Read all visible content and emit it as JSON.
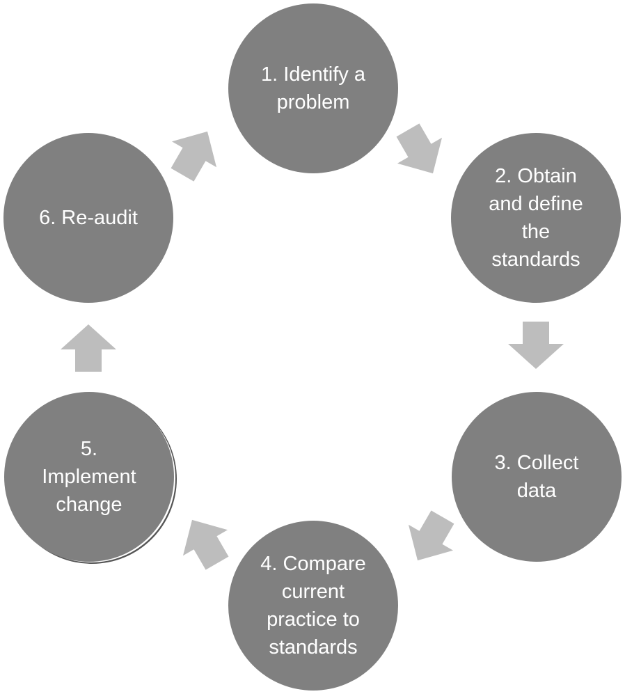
{
  "steps": [
    {
      "label": "1. Identify a\nproblem"
    },
    {
      "label": "2. Obtain\nand define\nthe\nstandards"
    },
    {
      "label": "3. Collect\ndata"
    },
    {
      "label": "4. Compare\ncurrent\npractice to\nstandards"
    },
    {
      "label": "5.\nImplement\nchange"
    },
    {
      "label": "6. Re-audit"
    }
  ],
  "colors": {
    "circle": "#808080",
    "arrow": "#bdbdbd",
    "text": "#ffffff"
  },
  "icons": [
    "arrow-right-down-icon",
    "arrow-down-icon",
    "arrow-left-down-icon",
    "arrow-left-up-icon",
    "arrow-up-icon",
    "arrow-right-up-icon"
  ]
}
